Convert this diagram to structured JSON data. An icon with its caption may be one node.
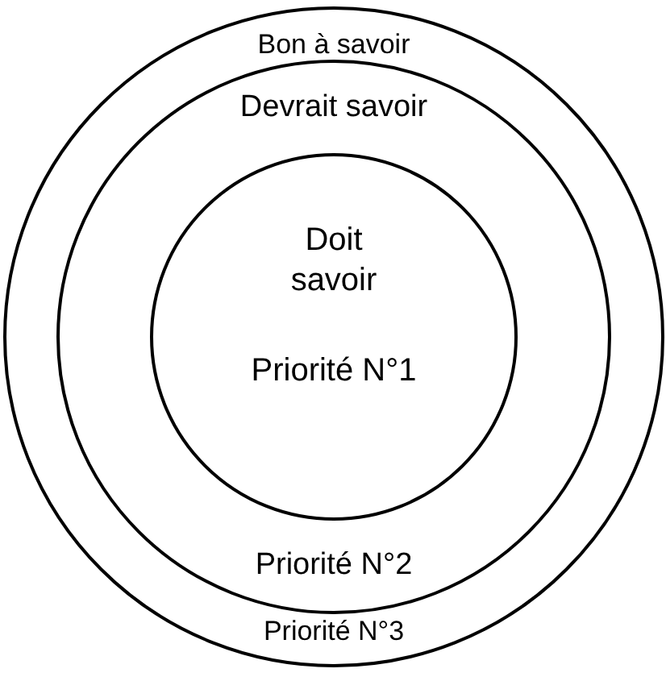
{
  "diagram": {
    "nodes": [
      {
        "text": [
          "Bon à savoir",
          "Priorité N°3"
        ]
      },
      {
        "text": [
          "Devrait savoir",
          "Priorité N°2"
        ],
        "in": 0
      },
      {
        "text": [
          "Doit savoir",
          "Priorité N°1"
        ],
        "in": 1
      }
    ]
  }
}
